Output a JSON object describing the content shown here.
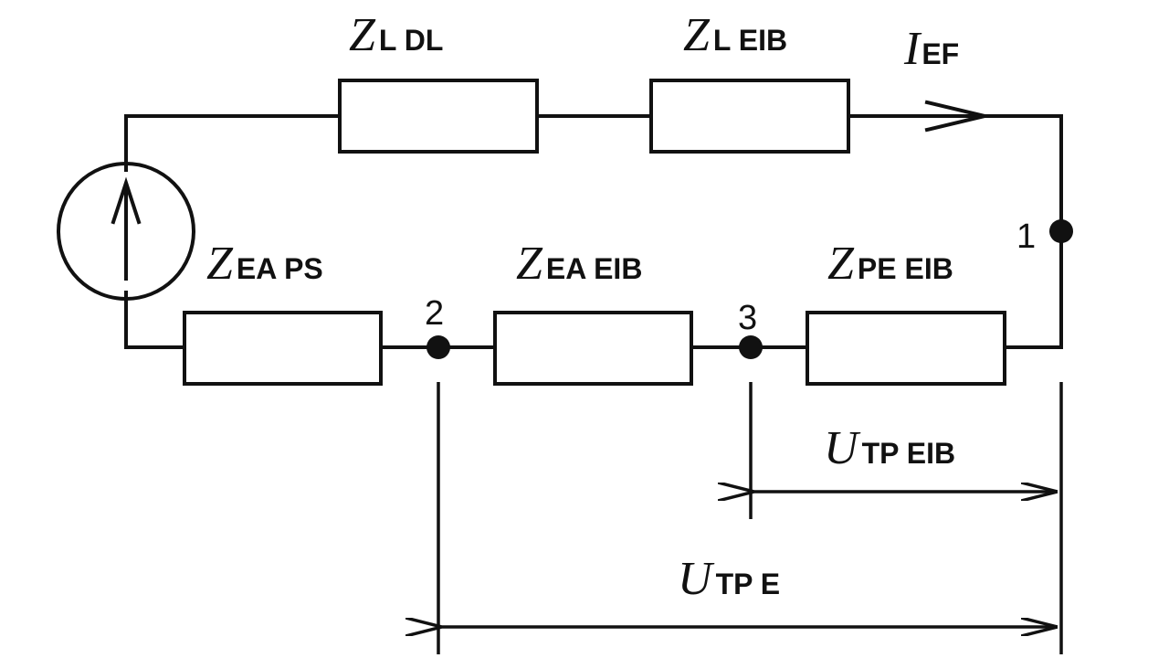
{
  "labels": {
    "z_l_dl": {
      "symbol": "Z",
      "subscript": "L DL"
    },
    "z_l_eib": {
      "symbol": "Z",
      "subscript": "L EIB"
    },
    "i_ef": {
      "symbol": "I",
      "subscript": "EF"
    },
    "z_ea_ps": {
      "symbol": "Z",
      "subscript": "EA PS"
    },
    "z_ea_eib": {
      "symbol": "Z",
      "subscript": "EA EIB"
    },
    "z_pe_eib": {
      "symbol": "Z",
      "subscript": "PE EIB"
    },
    "u_tp_eib": {
      "symbol": "U",
      "subscript": "TP EIB"
    },
    "u_tp_e": {
      "symbol": "U",
      "subscript": "TP E"
    }
  },
  "nodes": {
    "n1": "1",
    "n2": "2",
    "n3": "3"
  },
  "colors": {
    "line": "#111111",
    "background": "#ffffff"
  }
}
